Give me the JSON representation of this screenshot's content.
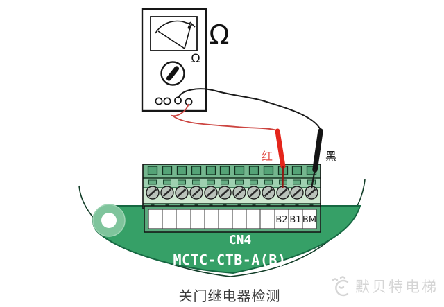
{
  "meter": {
    "large_omega": "Ω",
    "dial_omega": "Ω"
  },
  "probes": {
    "red_label": "红",
    "black_label": "黑",
    "red_probe_color": "#e4251b",
    "red_wire_color": "#cc4440",
    "black_color": "#1a1a1a",
    "red_touches_terminal": "B2",
    "black_touches_terminal": "BM"
  },
  "board": {
    "connector_name": "CN4",
    "model": "MCTC-CTB-A(B)",
    "terminal_labels": [
      "B2",
      "B1",
      "BM"
    ],
    "terminal_count": 12,
    "board_color": "#36a067",
    "connector_body_color": "#74b68e",
    "screw_band_color": "#cfe8d1"
  },
  "caption": "关门继电器检测",
  "watermark": {
    "text": "默贝特电梯",
    "color": "#d5d5d5"
  }
}
